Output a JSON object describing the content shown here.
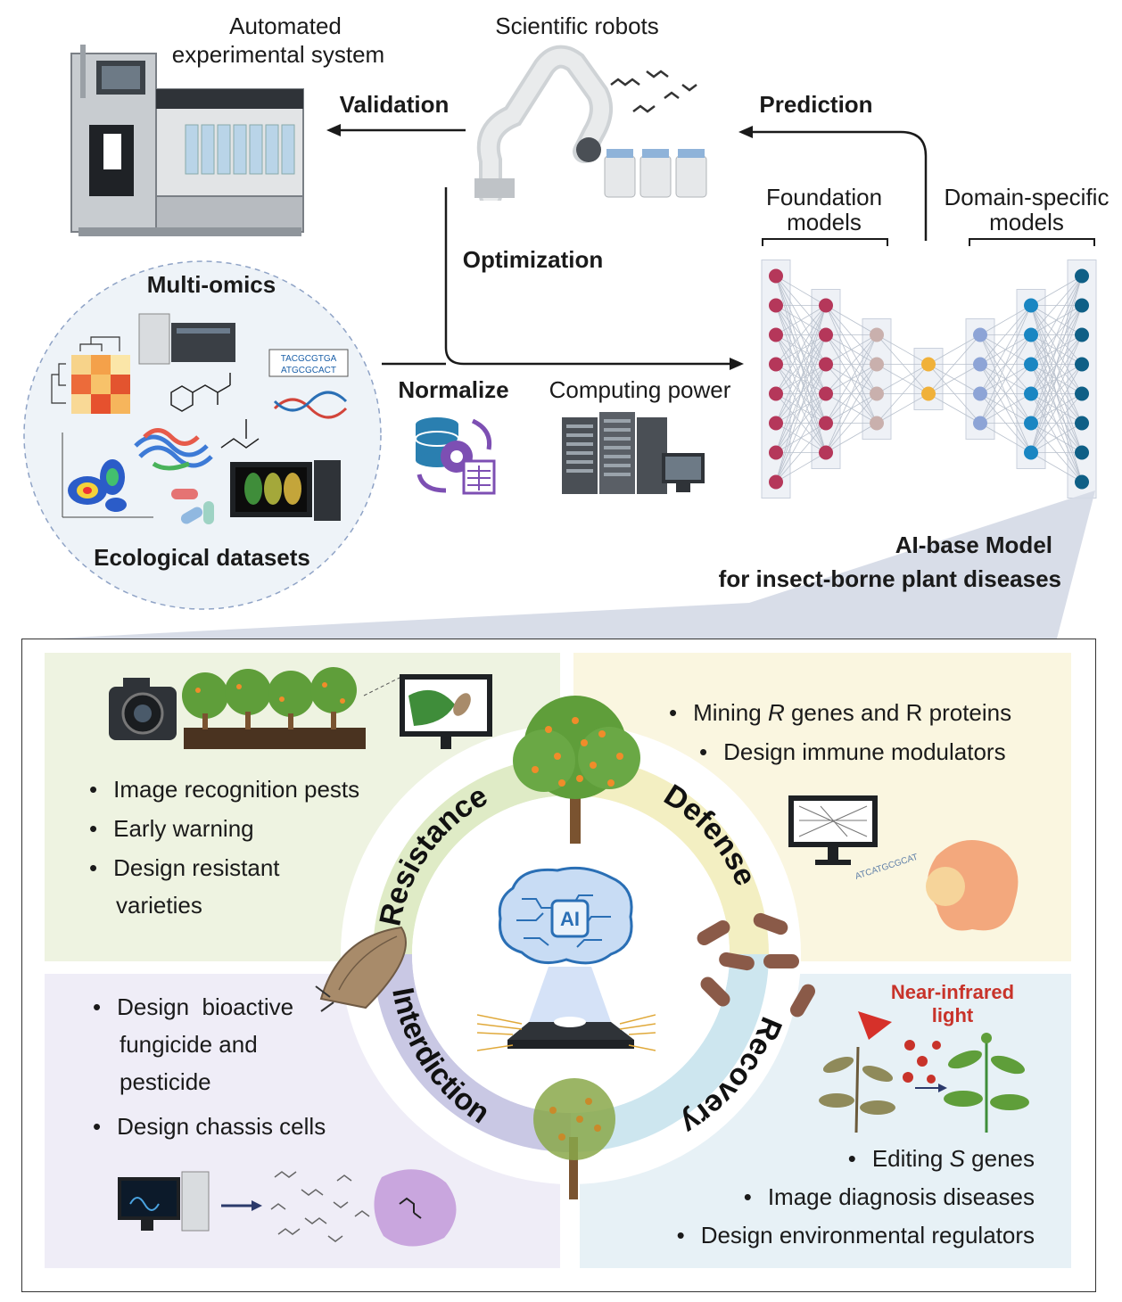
{
  "top": {
    "automated_system_line1": "Automated",
    "automated_system_line2": "experimental system",
    "scientific_robots": "Scientific robots",
    "validation": "Validation",
    "prediction": "Prediction",
    "optimization": "Optimization",
    "normalize": "Normalize",
    "computing_power": "Computing power",
    "foundation_line1": "Foundation",
    "foundation_line2": "models",
    "domain_line1": "Domain-specific",
    "domain_line2": "models",
    "multi_omics": "Multi-omics",
    "ecological_datasets": "Ecological datasets",
    "ai_model_line1": "AI-base Model",
    "ai_model_line2": "for insect-borne plant diseases",
    "dna_top": "TACGCGTGA",
    "dna_bottom": "ATGCGCACT"
  },
  "bottom": {
    "resistance": "Resistance",
    "defense": "Defense",
    "recovery": "Recovery",
    "interdiction": "Interdiction",
    "ai_chip": "AI",
    "resistance_items": [
      "Image recognition pests",
      "Early warning",
      "Design resistant",
      "varieties"
    ],
    "defense_items": [
      "Mining ",
      "R",
      " genes and R proteins",
      "Design immune modulators"
    ],
    "interdiction_items": [
      "Design  bioactive",
      "fungicide and",
      "pesticide",
      "Design chassis cells"
    ],
    "recovery_items": [
      "Editing ",
      "S",
      " genes",
      "Image diagnosis diseases",
      "Design environmental regulators"
    ],
    "nir_line1": "Near-infrared",
    "nir_line2": "light",
    "dna_stream": "ATCATGCGCAT"
  },
  "colors": {
    "foundation_node": "#b5375a",
    "mid_node": "#c9b0ad",
    "bottleneck_node": "#f0b13a",
    "domain_node_light": "#8da4d6",
    "domain_node_mid": "#1a86c2",
    "domain_node_dark": "#0f5f86",
    "resistance_bg": "#eef3e1",
    "defense_bg": "#faf6e0",
    "interdiction_bg": "#efedf7",
    "recovery_bg": "#e7f1f6",
    "nir_red": "#c8332a"
  }
}
